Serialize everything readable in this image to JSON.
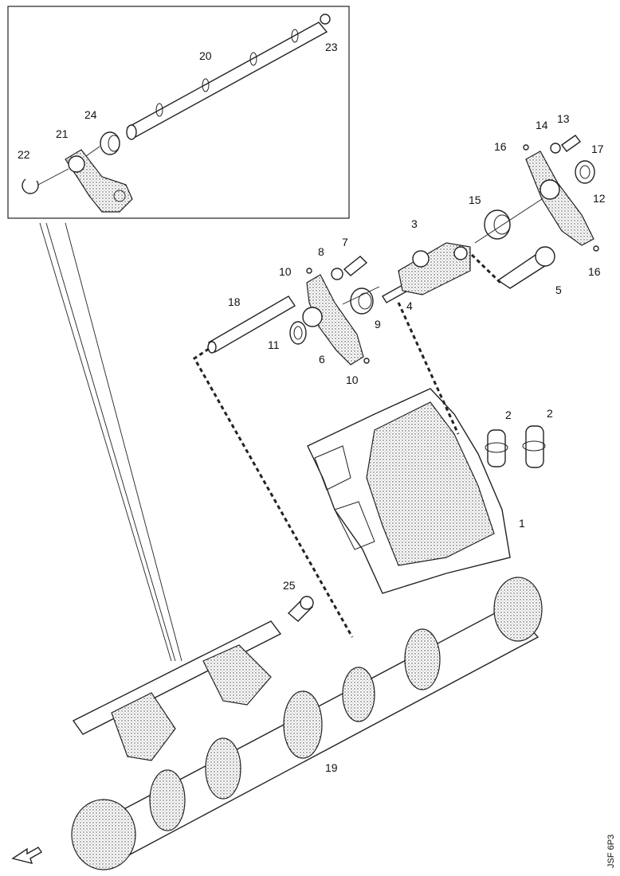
{
  "diagram": {
    "reference": "JSF 6P3",
    "part_labels": [
      {
        "id": "p1",
        "text": "1"
      },
      {
        "id": "p2a",
        "text": "2"
      },
      {
        "id": "p2b",
        "text": "2"
      },
      {
        "id": "p3",
        "text": "3"
      },
      {
        "id": "p4",
        "text": "4"
      },
      {
        "id": "p5",
        "text": "5"
      },
      {
        "id": "p6",
        "text": "6"
      },
      {
        "id": "p7",
        "text": "7"
      },
      {
        "id": "p8",
        "text": "8"
      },
      {
        "id": "p9",
        "text": "9"
      },
      {
        "id": "p10a",
        "text": "10"
      },
      {
        "id": "p10b",
        "text": "10"
      },
      {
        "id": "p11",
        "text": "11"
      },
      {
        "id": "p12",
        "text": "12"
      },
      {
        "id": "p13",
        "text": "13"
      },
      {
        "id": "p14",
        "text": "14"
      },
      {
        "id": "p15",
        "text": "15"
      },
      {
        "id": "p16a",
        "text": "16"
      },
      {
        "id": "p16b",
        "text": "16"
      },
      {
        "id": "p17",
        "text": "17"
      },
      {
        "id": "p18",
        "text": "18"
      },
      {
        "id": "p19",
        "text": "19"
      },
      {
        "id": "p20",
        "text": "20"
      },
      {
        "id": "p21",
        "text": "21"
      },
      {
        "id": "p22",
        "text": "22"
      },
      {
        "id": "p23",
        "text": "23"
      },
      {
        "id": "p24",
        "text": "24"
      },
      {
        "id": "p25",
        "text": "25"
      }
    ]
  }
}
